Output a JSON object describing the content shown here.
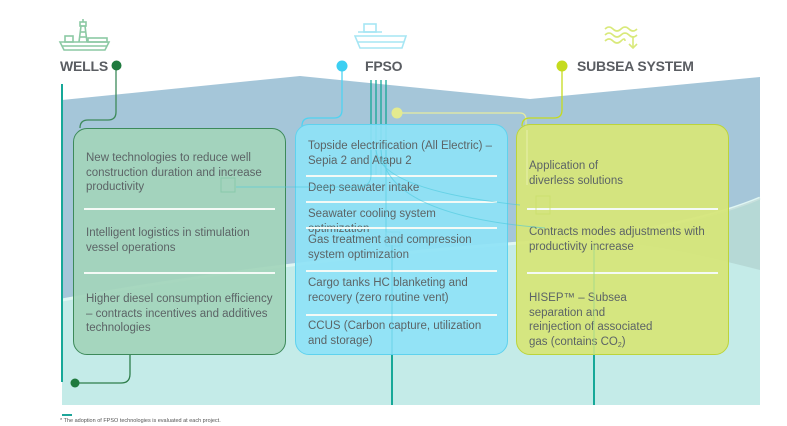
{
  "colors": {
    "wells": "#1f7a3e",
    "fpso": "#3ccff2",
    "subsea": "#c5db1e",
    "teal_line": "#14a99b",
    "heading_text": "#5a5d62",
    "sea_dark": "#a4c5d8",
    "sea_light": "#c3ebe8"
  },
  "columns": [
    {
      "id": "wells",
      "title": "WELLS",
      "icon": "drilling-rig-icon",
      "items": [
        "New technologies to reduce well construction duration and increase productivity",
        "Intelligent logistics in stimulation vessel operations",
        "Higher diesel consumption efficiency – contracts incentives and additives technologies"
      ]
    },
    {
      "id": "fpso",
      "title": "FPSO",
      "icon": "fpso-ship-icon",
      "items": [
        "Topside electrification (All Electric) – Sepia 2 and Atapu 2",
        "Deep seawater intake",
        "Seawater cooling system optimization",
        "Gas treatment and compression system optimization",
        "Cargo tanks HC blanketing and recovery (zero routine vent)",
        "CCUS (Carbon capture, utilization and storage)"
      ]
    },
    {
      "id": "subsea",
      "title": "SUBSEA SYSTEM",
      "icon": "subsea-waves-icon",
      "items": [
        "Application of diverless solutions",
        "Contracts modes adjustments with productivity increase",
        "HISEP™ – Subsea separation and reinjection of associated gas (contains CO",
        "2",
        ")"
      ]
    }
  ],
  "footnote": "* The adoption of FPSO technologies is evaluated at each project."
}
